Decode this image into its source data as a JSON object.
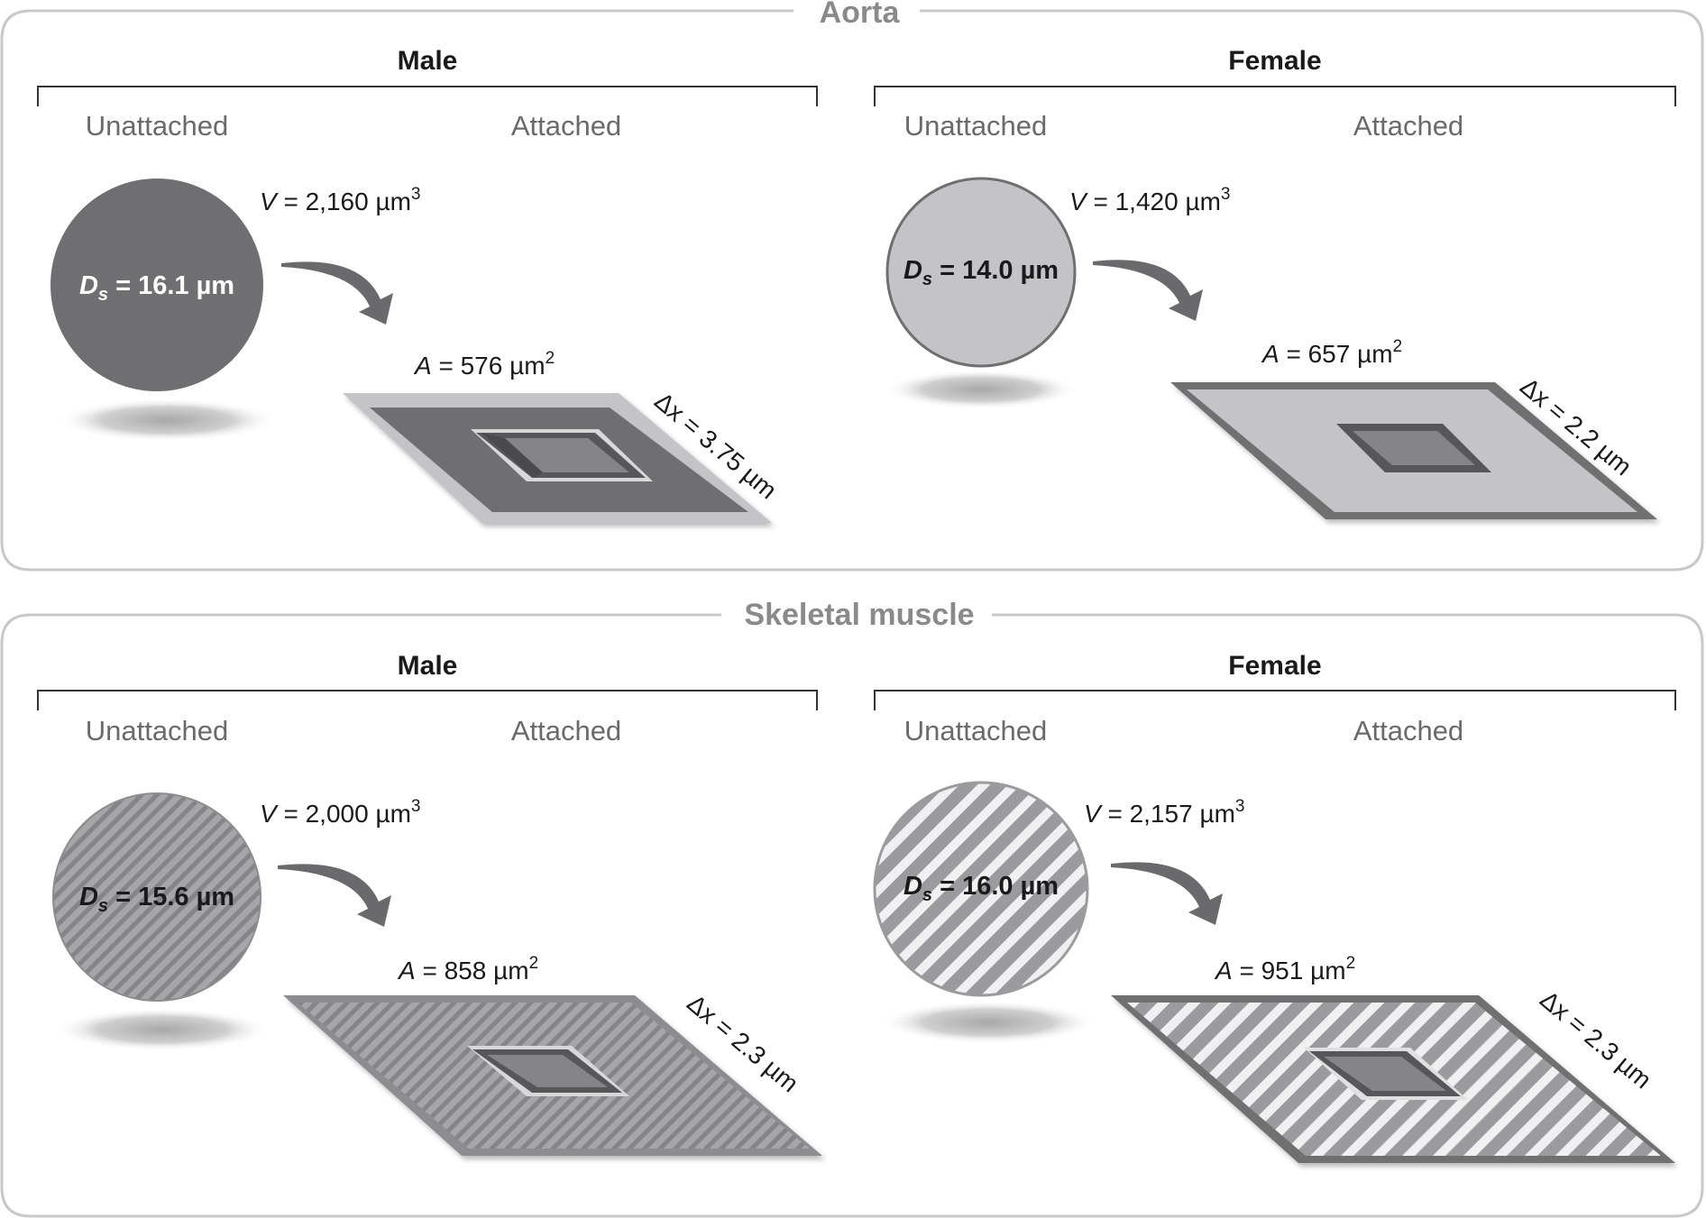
{
  "sections": [
    {
      "title": "Aorta",
      "panels": [
        {
          "sex": "Male",
          "unattached_label": "Unattached",
          "attached_label": "Attached",
          "ds_symbol": "D",
          "ds_sub": "s",
          "ds_value": " = 16.1 µm",
          "v_symbol": "V",
          "v_value": " = 2,160 µm",
          "v_exp": "3",
          "a_symbol": "A",
          "a_value": " = 576 µm",
          "a_exp": "2",
          "dx_label": "Δx = 3.75 µm",
          "fill": "solid-dark"
        },
        {
          "sex": "Female",
          "unattached_label": "Unattached",
          "attached_label": "Attached",
          "ds_symbol": "D",
          "ds_sub": "s",
          "ds_value": " = 14.0 µm",
          "v_symbol": "V",
          "v_value": " = 1,420 µm",
          "v_exp": "3",
          "a_symbol": "A",
          "a_value": " = 657 µm",
          "a_exp": "2",
          "dx_label": "Δx = 2.2 µm",
          "fill": "solid-light"
        }
      ]
    },
    {
      "title": "Skeletal muscle",
      "panels": [
        {
          "sex": "Male",
          "unattached_label": "Unattached",
          "attached_label": "Attached",
          "ds_symbol": "D",
          "ds_sub": "s",
          "ds_value": " = 15.6 µm",
          "v_symbol": "V",
          "v_value": " = 2,000 µm",
          "v_exp": "3",
          "a_symbol": "A",
          "a_value": " = 858 µm",
          "a_exp": "2",
          "dx_label": "Δx = 2.3 µm",
          "fill": "fine-stripes"
        },
        {
          "sex": "Female",
          "unattached_label": "Unattached",
          "attached_label": "Attached",
          "ds_symbol": "D",
          "ds_sub": "s",
          "ds_value": " = 16.0 µm",
          "v_symbol": "V",
          "v_value": " = 2,157 µm",
          "v_exp": "3",
          "a_symbol": "A",
          "a_value": " = 951 µm",
          "a_exp": "2",
          "dx_label": "Δx = 2.3 µm",
          "fill": "wide-stripes"
        }
      ]
    }
  ],
  "colors": {
    "frame": "#c8c8c8",
    "dark_gray": "#6f6f71",
    "mid_gray": "#8d8d8f",
    "light_gray": "#c4c4c6",
    "arrow": "#6a6a6c",
    "section_title": "#8a8a8a"
  }
}
